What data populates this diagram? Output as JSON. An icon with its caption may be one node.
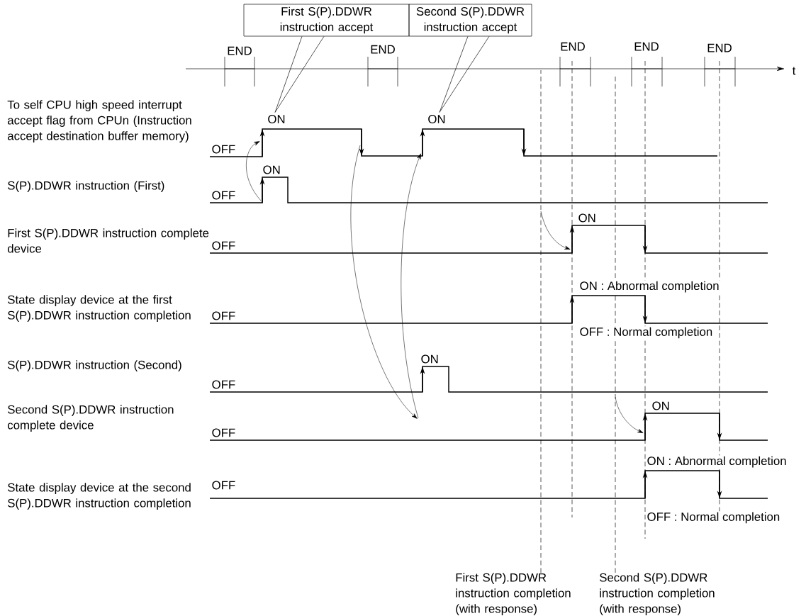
{
  "diagram": {
    "nodes": [
      {
        "text": [
          "First S(P).DDWR instruction accept"
        ]
      },
      {
        "text": [
          "Second S(P).DDWR instruction accept"
        ]
      },
      {
        "text": [
          "ON"
        ]
      },
      {
        "text": [
          "ON"
        ]
      },
      {
        "text": [
          "First S(P).DDWR instruction completion (with response)"
        ]
      },
      {
        "text": [
          "Second S(P).DDWR instruction completion (with response)"
        ]
      }
    ],
    "edges": [
      {
        "from": 0,
        "to": 2,
        "arrow": "none"
      },
      {
        "from": 0,
        "to": 2,
        "arrow": "none"
      },
      {
        "from": 1,
        "to": 3,
        "arrow": "none"
      },
      {
        "from": 1,
        "to": 3,
        "arrow": "none"
      },
      {
        "from": 4,
        "to": null,
        "arrow": "none",
        "style": "dashed"
      },
      {
        "from": 5,
        "to": null,
        "arrow": "none",
        "style": "dashed"
      }
    ],
    "labels": [
      "END",
      "END",
      "END",
      "END",
      "END",
      "t",
      "To self CPU high speed interrupt accept flag from CPUn (Instruction accept destination buffer memory)",
      "OFF",
      "S(P).DDWR instruction (First)",
      "ON",
      "OFF",
      "First S(P).DDWR instruction complete device",
      "ON",
      "OFF",
      "State display device at the first S(P).DDWR instruction completion",
      "ON : Abnormal completion",
      "OFF",
      "OFF : Normal completion",
      "S(P).DDWR instruction (Second)",
      "ON",
      "OFF",
      "Second S(P).DDWR instruction complete device",
      "ON",
      "OFF",
      "State display device at the second S(P).DDWR instruction completion",
      "OFF",
      "ON : Abnormal completion",
      "OFF : Normal completion"
    ]
  }
}
